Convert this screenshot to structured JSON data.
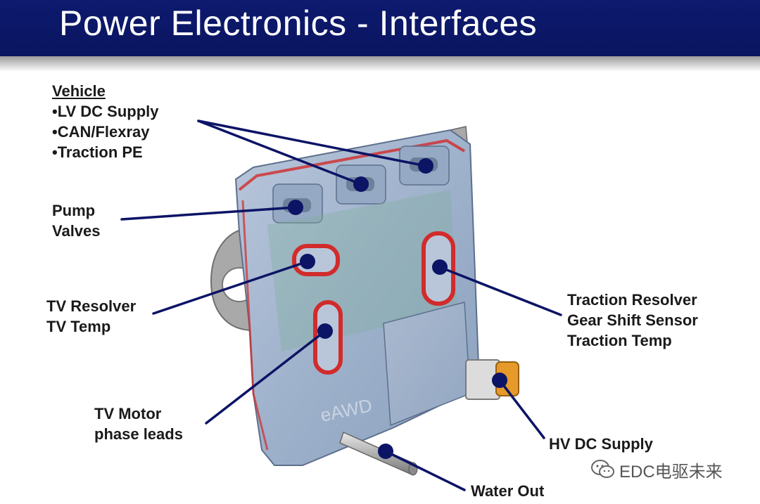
{
  "title": "Power Electronics - Interfaces",
  "product_marking": "eAWD",
  "labels": {
    "vehicle": {
      "heading": "Vehicle",
      "items": [
        "•LV DC Supply",
        "•CAN/Flexray",
        "•Traction PE"
      ]
    },
    "pump_valves": [
      "Pump",
      "Valves"
    ],
    "tv_resolver": [
      "TV Resolver",
      "TV Temp"
    ],
    "traction_resolver": [
      "Traction Resolver",
      "Gear Shift Sensor",
      "Traction Temp"
    ],
    "tv_motor": [
      "TV Motor",
      "phase leads"
    ],
    "hv_dc": "HV DC Supply",
    "water_out": "Water Out"
  },
  "watermark": {
    "text": "EDC电驱未来",
    "icon": "wechat-icon"
  },
  "colors": {
    "title_bar": "#0d1a6e",
    "callout": "#0c1466",
    "seal": "#d22b2b",
    "housing": "#9fb2cc"
  }
}
